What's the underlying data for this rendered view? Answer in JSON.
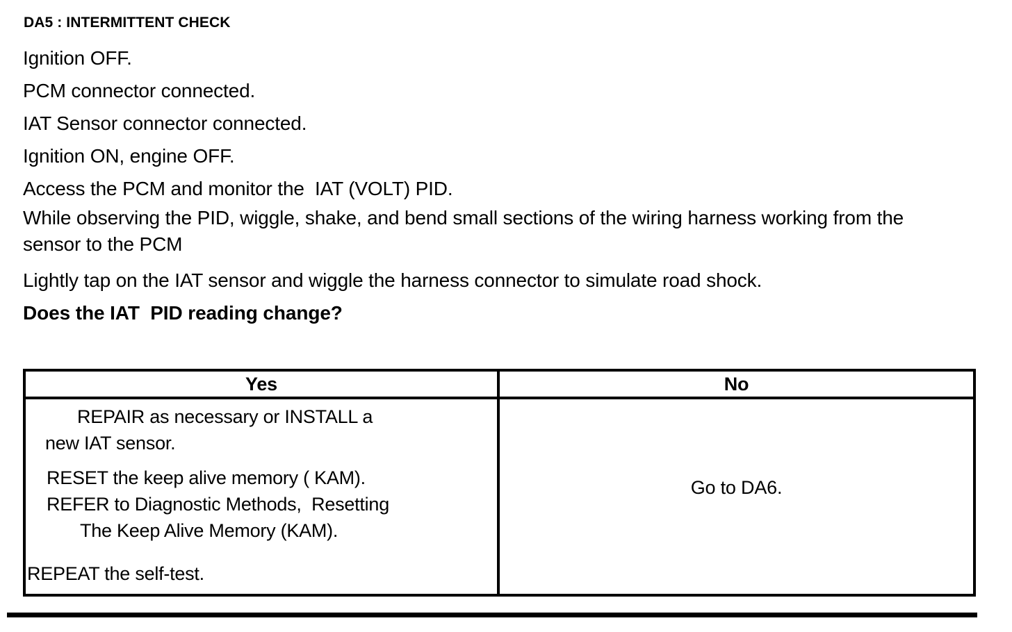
{
  "document": {
    "heading": "DA5 : INTERMITTENT CHECK",
    "steps": [
      "Ignition OFF.",
      "PCM connector connected.",
      "IAT Sensor connector connected.",
      "Ignition ON, engine OFF.",
      "Access the PCM and monitor the  IAT (VOLT) PID."
    ],
    "wrapped_step": "While observing the PID, wiggle, shake, and bend small sections of the wiring harness working from the sensor to the PCM",
    "step_tap": "Lightly tap on the IAT sensor and wiggle the harness connector to simulate road shock.",
    "question": "Does the IAT  PID reading change?"
  },
  "decision_table": {
    "headers": {
      "yes": "Yes",
      "no": "No"
    },
    "yes_cell": {
      "lines": [
        "REPAIR as necessary or INSTALL a",
        "new IAT sensor.",
        "RESET the keep alive memory ( KAM).",
        "REFER to Diagnostic Methods,  Resetting",
        "The Keep Alive Memory (KAM).",
        "REPEAT the self-test."
      ]
    },
    "no_cell": {
      "action": "Go to DA6."
    }
  },
  "colors": {
    "ink": "#000000",
    "paper": "#ffffff"
  }
}
